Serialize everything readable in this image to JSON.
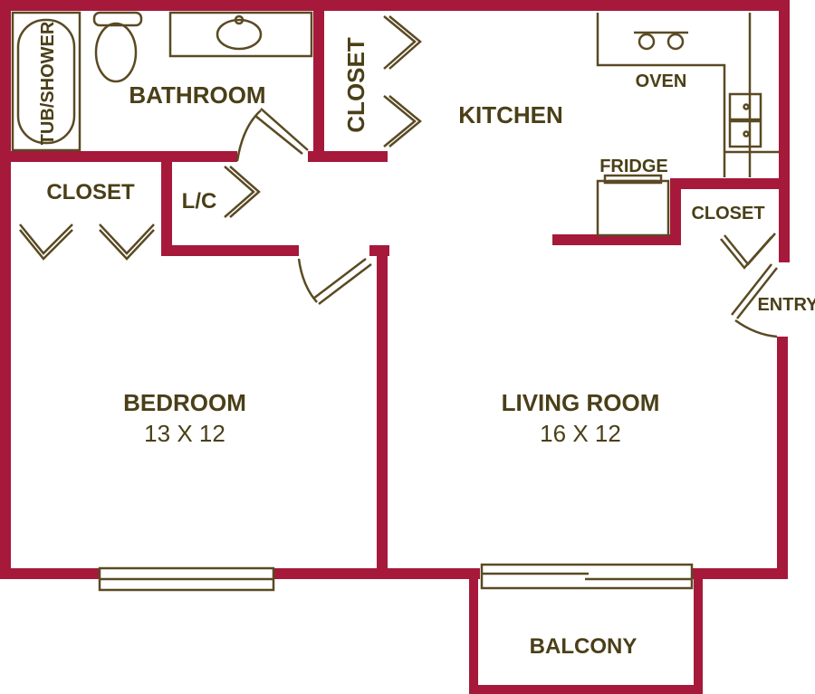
{
  "rooms": {
    "bathroom": "BATHROOM",
    "tub_shower": "TUB/SHOWER",
    "closet_kitchen": "CLOSET",
    "kitchen": "KITCHEN",
    "oven": "OVEN",
    "fridge": "FRIDGE",
    "closet_bedroom": "CLOSET",
    "linen_closet": "L/C",
    "closet_entry": "CLOSET",
    "entry": "ENTRY",
    "bedroom": "BEDROOM",
    "bedroom_size": "13 X 12",
    "living_room": "LIVING ROOM",
    "living_room_size": "16 X 12",
    "balcony": "BALCONY"
  },
  "colors": {
    "wall": "#a6193a",
    "fixture": "#5a4a23",
    "label": "#4a3f17"
  }
}
